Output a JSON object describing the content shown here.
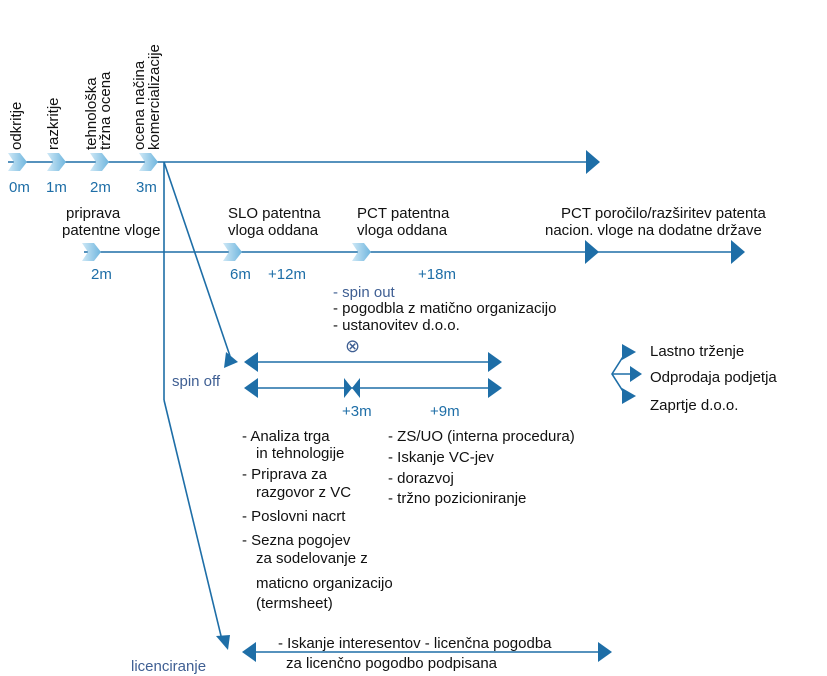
{
  "colors": {
    "line": "#1e6ea7",
    "text": "#111111",
    "label_blue": "#1e6ea7",
    "label_slate": "#3f5f93",
    "chevron": "#8fc8e6"
  },
  "phases": [
    {
      "label_lines": [
        "odkritje"
      ],
      "time": "0m"
    },
    {
      "label_lines": [
        "razkritje"
      ],
      "time": "1m"
    },
    {
      "label_lines": [
        "tehnološka",
        "tržna ocena"
      ],
      "time": "2m"
    },
    {
      "label_lines": [
        "ocena načina",
        "komercializacije"
      ],
      "time": "3m"
    }
  ],
  "patent_track": {
    "priprava": [
      "priprava",
      "patentne vloge"
    ],
    "priprava_time": "2m",
    "slo": [
      "SLO patentna",
      "vloga oddana"
    ],
    "slo_time": "6m",
    "slo_plus": "+12m",
    "pct": [
      "PCT patentna",
      "vloga oddana"
    ],
    "pct_plus": "+18m",
    "pct_report": [
      "PCT poročilo/razširitev patenta",
      "nacion. vloge na dodatne države"
    ]
  },
  "spin": {
    "label": "spin off",
    "out_lines": [
      "- spin out",
      "- pogodbla z matično organizacijo",
      "- ustanovitev d.o.o."
    ],
    "symbol": "⊗",
    "t3": "+3m",
    "t9": "+9m",
    "left_lines": [
      "- Analiza trga",
      "in tehnologije",
      "- Priprava za",
      "razgovor z VC",
      "- Poslovni nacrt",
      "- Sezna pogojev",
      "za sodelovanje z",
      "maticno organizacijo",
      "(termsheet)"
    ],
    "right_lines": [
      "- ZS/UO (interna procedura)",
      "- Iskanje VC-jev",
      "- dorazvoj",
      "- tržno pozicioniranje"
    ],
    "outcomes": [
      "Lastno trženje",
      "Odprodaja podjetja",
      "Zaprtje d.o.o."
    ]
  },
  "licencing": {
    "label": "licenciranje",
    "lines": [
      "- Iskanje interesentov - licenčna pogodba",
      "za licenčno pogodbo podpisana"
    ]
  }
}
